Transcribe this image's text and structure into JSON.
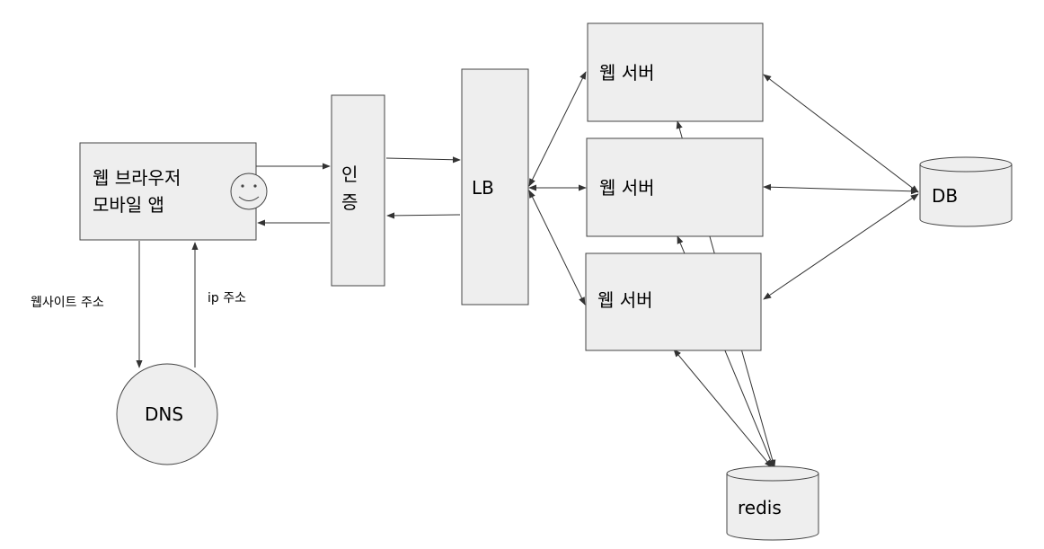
{
  "client": {
    "line1": "웹 브라우저",
    "line2": "모바일 앱",
    "face_icon": "smiley-face-icon"
  },
  "auth": {
    "line1": "인",
    "line2": "증"
  },
  "lb": {
    "label": "LB"
  },
  "web_servers": [
    {
      "label": "웹 서버"
    },
    {
      "label": "웹 서버"
    },
    {
      "label": "웹 서버"
    }
  ],
  "db": {
    "label": "DB"
  },
  "redis": {
    "label": "redis"
  },
  "dns": {
    "label": "DNS"
  },
  "edge_labels": {
    "website_address": "웹사이트 주소",
    "ip_address": "ip 주소"
  },
  "colors": {
    "node_fill": "#eeeeee",
    "stroke": "#444444"
  }
}
